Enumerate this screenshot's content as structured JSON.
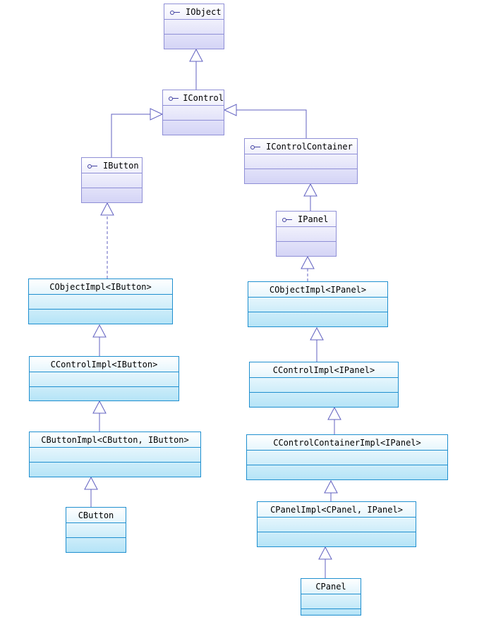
{
  "diagram": {
    "nodes": {
      "iobject": "IObject",
      "icontrol": "IControl",
      "ibutton": "IButton",
      "icontrolcontainer": "IControlContainer",
      "ipanel": "IPanel",
      "cobjectimpl_ibutton": "CObjectImpl<IButton>",
      "ccontrolimpl_ibutton": "CControlImpl<IButton>",
      "cbuttonimpl": "CButtonImpl<CButton, IButton>",
      "cbutton": "CButton",
      "cobjectimpl_ipanel": "CObjectImpl<IPanel>",
      "ccontrolimpl_ipanel": "CControlImpl<IPanel>",
      "ccontrolcontainerimpl": "CControlContainerImpl<IPanel>",
      "cpanelimpl": "CPanelImpl<CPanel, IPanel>",
      "cpanel": "CPanel"
    },
    "icons": {
      "interface": "interface-lollipop-icon"
    },
    "colors": {
      "interface_border": "#8f8fd6",
      "interface_fill": "#d4d4f6",
      "class_border": "#1f8fcf",
      "class_fill": "#b5e4f7",
      "edge": "#6060c0"
    },
    "edges": [
      {
        "from": "icontrol",
        "to": "iobject",
        "kind": "generalization"
      },
      {
        "from": "ibutton",
        "to": "icontrol",
        "kind": "generalization"
      },
      {
        "from": "icontrolcontainer",
        "to": "icontrol",
        "kind": "generalization"
      },
      {
        "from": "ipanel",
        "to": "icontrolcontainer",
        "kind": "generalization"
      },
      {
        "from": "cobjectimpl_ibutton",
        "to": "ibutton",
        "kind": "realization"
      },
      {
        "from": "ccontrolimpl_ibutton",
        "to": "cobjectimpl_ibutton",
        "kind": "generalization"
      },
      {
        "from": "cbuttonimpl",
        "to": "ccontrolimpl_ibutton",
        "kind": "generalization"
      },
      {
        "from": "cbutton",
        "to": "cbuttonimpl",
        "kind": "generalization"
      },
      {
        "from": "cobjectimpl_ipanel",
        "to": "ipanel",
        "kind": "realization"
      },
      {
        "from": "ccontrolimpl_ipanel",
        "to": "cobjectimpl_ipanel",
        "kind": "generalization"
      },
      {
        "from": "ccontrolcontainerimpl",
        "to": "ccontrolimpl_ipanel",
        "kind": "generalization"
      },
      {
        "from": "cpanelimpl",
        "to": "ccontrolcontainerimpl",
        "kind": "generalization"
      },
      {
        "from": "cpanel",
        "to": "cpanelimpl",
        "kind": "generalization"
      }
    ]
  }
}
